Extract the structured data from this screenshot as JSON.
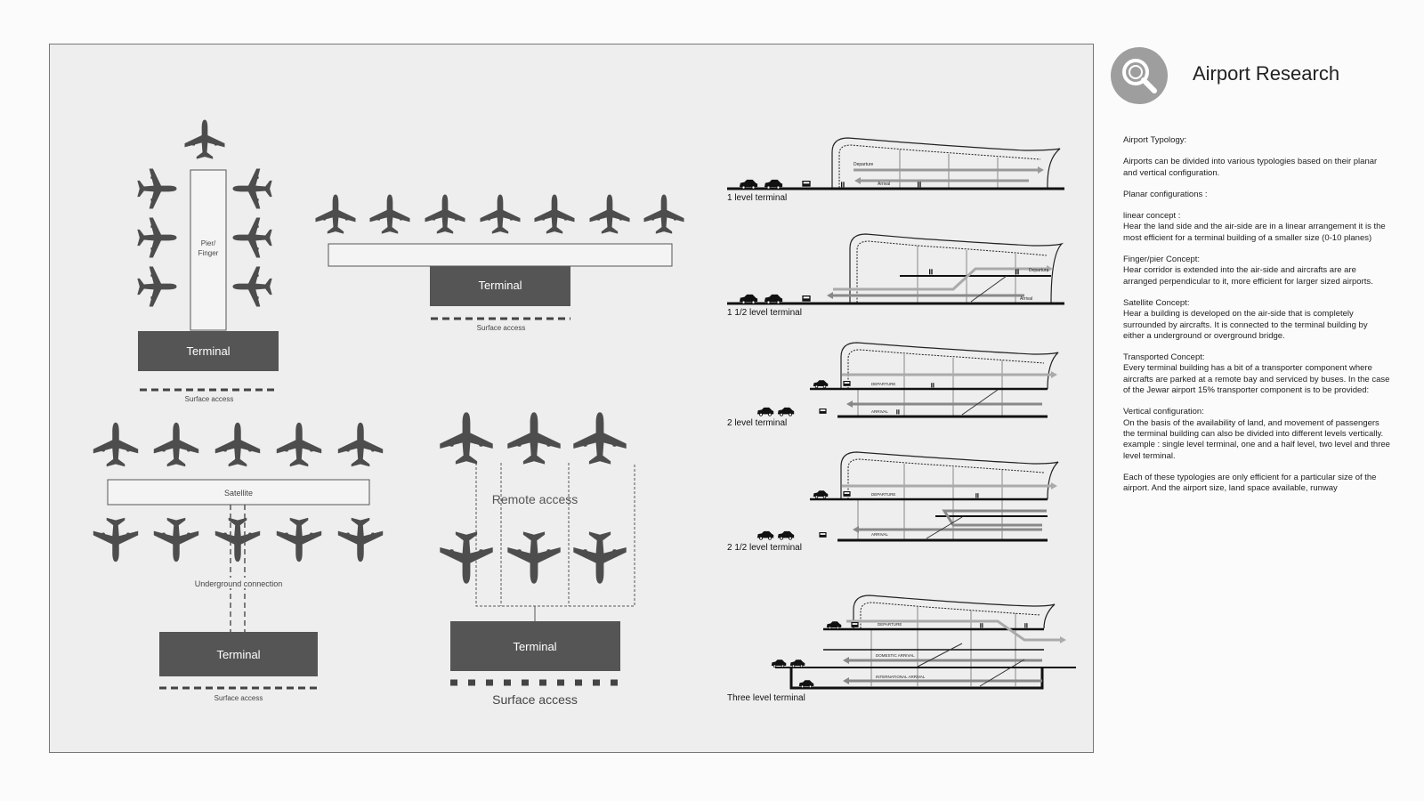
{
  "side_panel": {
    "icon": "magnifier-icon",
    "title": "Airport Research",
    "heading": "Airport Typology:",
    "intro": "Airports can be divided into various typologies based on their planar and vertical configuration.",
    "planar_heading": "Planar configurations :",
    "sections": [
      {
        "title": "linear concept :",
        "body": "Hear the land side and the air-side are in a linear arrangement it is the most efficient for a terminal building of a smaller size (0-10 planes)"
      },
      {
        "title": "Finger/pier Concept:",
        "body": "Hear  corridor is extended into the air-side and aircrafts are are arranged perpendicular to it, more efficient for larger sized airports."
      },
      {
        "title": "Satellite Concept:",
        "body": "Hear a building is developed on the air-side that is completely surrounded by aircrafts. It is connected to the terminal building by either a underground or overground bridge."
      },
      {
        "title": "Transported Concept:",
        "body": "Every terminal building has a bit of a transporter component where aircrafts are parked at a remote bay and serviced by buses.  In the case of the Jewar airport 15% transporter component is to be provided:"
      },
      {
        "title": "Vertical configuration:",
        "body": "On the basis of the availability of land, and movement of passengers the terminal building can also be divided into different levels vertically.  example : single level terminal, one and a half level, two level and three level terminal."
      }
    ],
    "closing": "Each of these typologies are only efficient for a particular size of the airport. And the airport size, land space available, runway"
  },
  "plans": {
    "pier": {
      "pier_label_1": "Pier/",
      "pier_label_2": "Finger",
      "terminal": "Terminal",
      "surface": "Surface access"
    },
    "linear": {
      "terminal": "Terminal",
      "surface": "Surface access"
    },
    "satellite": {
      "satellite": "Satellite",
      "underground": "Underground connection",
      "terminal": "Terminal",
      "surface": "Surface access"
    },
    "remote": {
      "remote": "Remote access",
      "terminal": "Terminal",
      "surface": "Surface access"
    }
  },
  "sections": {
    "one": {
      "label": "1 level terminal",
      "departure": "Departure",
      "arrival": "Arrival"
    },
    "one_half": {
      "label": "1 1/2 level terminal",
      "departure": "Departure",
      "arrival": "Arrival"
    },
    "two": {
      "label": "2 level terminal",
      "departure": "DEPARTURE",
      "arrival": "ARRIVAL"
    },
    "two_half": {
      "label": "2 1/2 level terminal",
      "departure": "DEPARTURE",
      "arrival": "ARRIVAL"
    },
    "three": {
      "label": "Three level terminal",
      "departure": "DEPARTURE",
      "domestic": "DOMESTIC ARRIVAL",
      "international": "INTERNATIONAL ARRIVAL"
    }
  }
}
